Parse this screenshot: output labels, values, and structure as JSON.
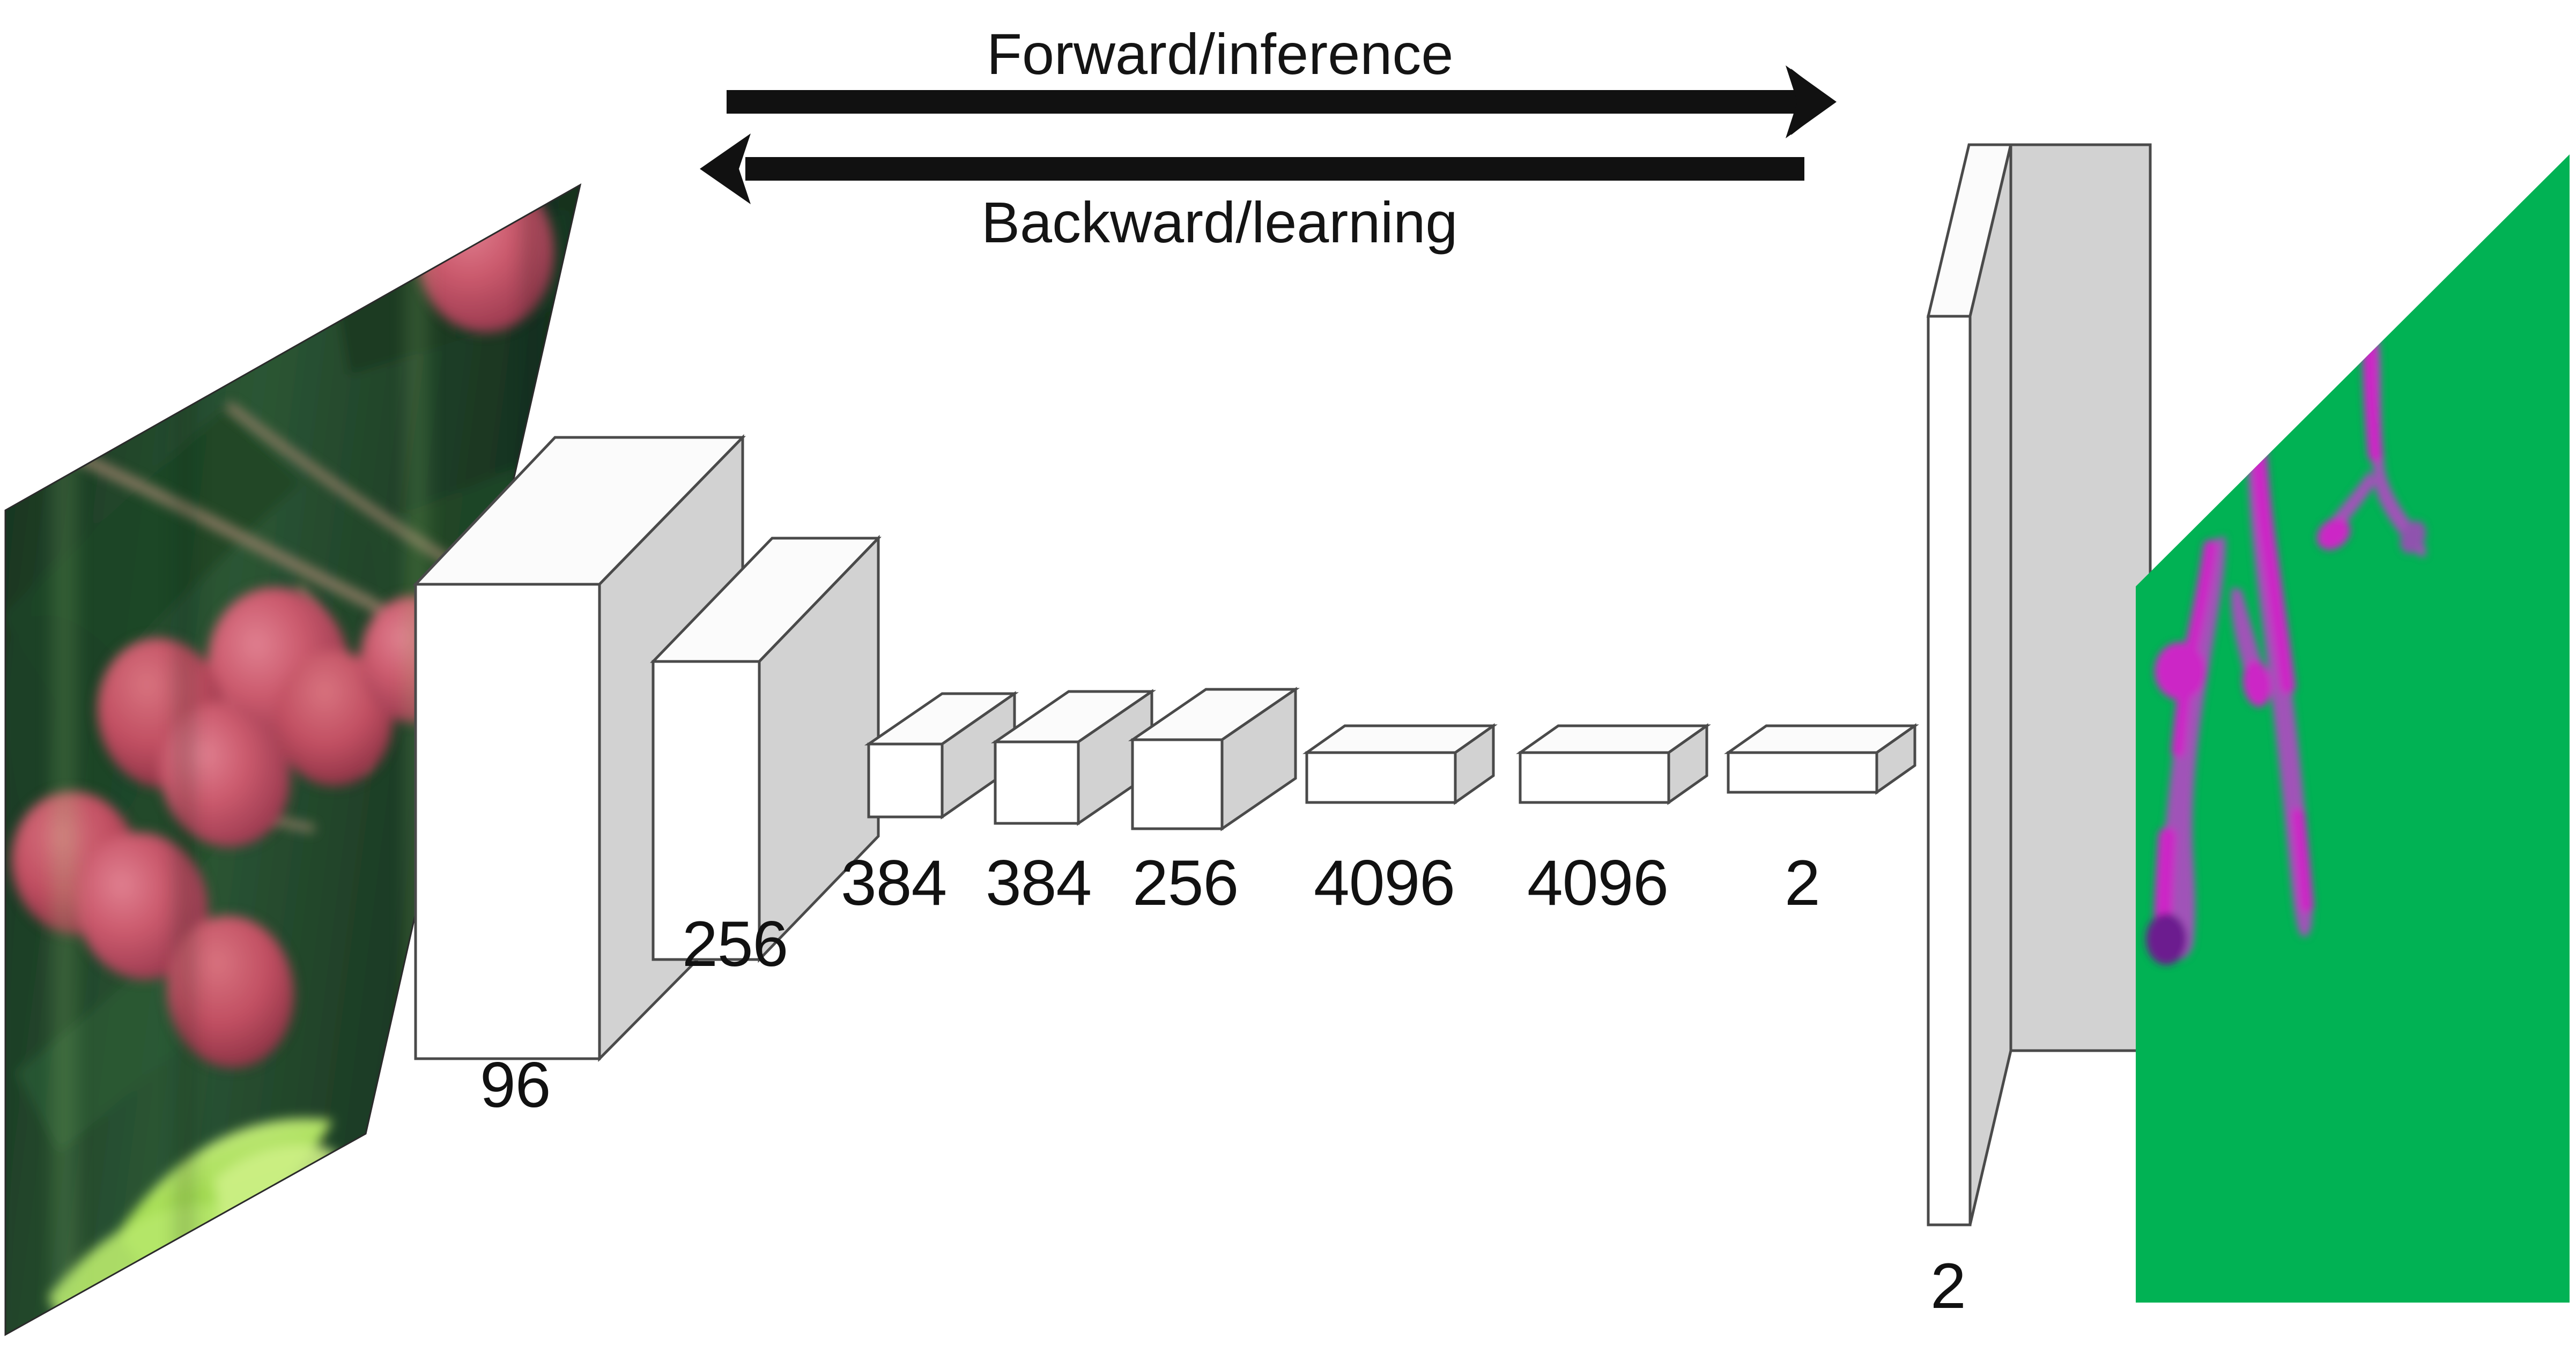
{
  "diagram": {
    "title": "CNN forward/backward architecture diagram",
    "flow": {
      "forward_label": "Forward/inference",
      "backward_label": "Backward/learning"
    },
    "input": {
      "name": "input-image",
      "description": "Photograph of red lychee fruits hanging on a branch with dark green foliage and bright green leaves at lower left",
      "colors": {
        "foliage_dark": "#16301f",
        "foliage_mid": "#2f5a37",
        "leaf_bright": "#9ede4f",
        "fruit": "#c9566a",
        "fruit_shadow": "#9c3f55",
        "stem": "#8d7a63"
      }
    },
    "output": {
      "name": "output-segmentation",
      "description": "Green segmentation mask plane with magenta predicted branch/stem regions",
      "colors": {
        "background": "#01b254",
        "mask": "#cc27c6",
        "mask_dark": "#6c1f8f",
        "mask_mid": "#8f53ae"
      },
      "slab_label": "2"
    },
    "layers": [
      {
        "name": "conv1",
        "label": "96"
      },
      {
        "name": "conv2",
        "label": "256"
      },
      {
        "name": "conv3",
        "label": "384"
      },
      {
        "name": "conv4",
        "label": "384"
      },
      {
        "name": "conv5",
        "label": "256"
      },
      {
        "name": "fc6",
        "label": "4096"
      },
      {
        "name": "fc7",
        "label": "4096"
      },
      {
        "name": "fc8",
        "label": "2"
      }
    ],
    "style": {
      "box_front": "#ffffff",
      "box_side": "#d2d2d2",
      "box_top": "#fbfbfb",
      "box_stroke": "#4a4a4a",
      "arrow_color": "#111111",
      "text_color": "#111111",
      "plane_stroke": "#555555"
    }
  }
}
